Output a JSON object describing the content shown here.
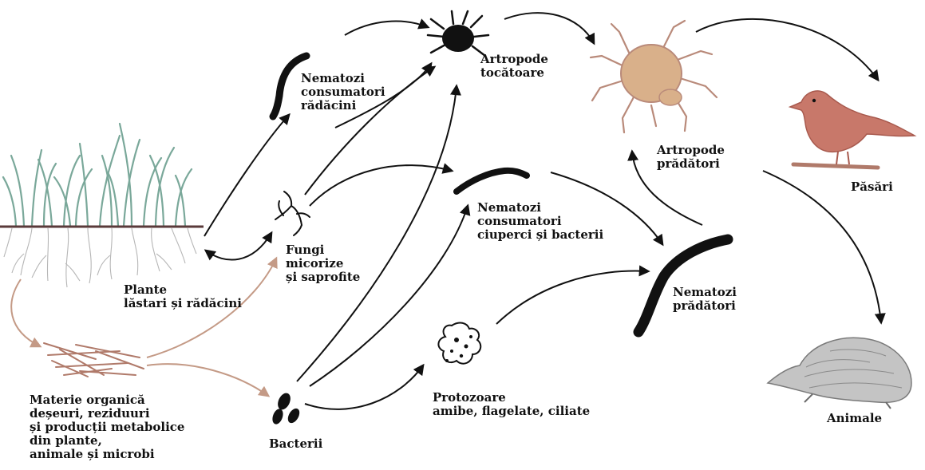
{
  "colors": {
    "arrow_dark": "#111111",
    "arrow_organic": "#c49a86",
    "grass": "#7aa89a",
    "roots": "#b6b6b6",
    "soil_line": "#5a3a3a",
    "debris": "#b07a6a",
    "mite": "#d9b08a",
    "bird": "#c8786a",
    "mole": "#a8a8a8"
  },
  "icons": {
    "plants": "grass-roots-icon",
    "organic": "organic-debris-icon",
    "bacteria": "bacteria-icon",
    "fungi": "fungal-hyphae-icon",
    "protozoa": "protozoa-icon",
    "nematode": "nematode-worm-icon",
    "shredder": "beetle-mite-icon",
    "predator_arthropod": "predatory-mite-icon",
    "bird": "bird-icon",
    "animal": "mole-icon"
  },
  "nodes": {
    "plants": {
      "lines": [
        "Plante",
        "lăstari și rădăcini"
      ]
    },
    "organic": {
      "lines": [
        "Materie organică",
        "deșeuri, reziduuri",
        "și producții metabolice",
        "din plante,",
        "animale și microbi"
      ]
    },
    "bacteria": {
      "lines": [
        "Bacterii"
      ]
    },
    "fungi": {
      "lines": [
        "Fungi",
        "micorize",
        "și saprofite"
      ]
    },
    "root_nematodes": {
      "lines": [
        "Nematozi",
        "consumatori",
        "rădăcini"
      ]
    },
    "fungal_nematodes": {
      "lines": [
        "Nematozi",
        "consumatori",
        "ciuperci și bacterii"
      ]
    },
    "protozoa": {
      "lines": [
        "Protozoare",
        "amibe, flagelate, ciliate"
      ]
    },
    "shredders": {
      "lines": [
        "Artropode",
        "tocătoare"
      ]
    },
    "predator_arthropods": {
      "lines": [
        "Artropode",
        "prădători"
      ]
    },
    "predator_nematodes": {
      "lines": [
        "Nematozi",
        "prădători"
      ]
    },
    "birds": {
      "lines": [
        "Păsări"
      ]
    },
    "animals": {
      "lines": [
        "Animale"
      ]
    }
  }
}
